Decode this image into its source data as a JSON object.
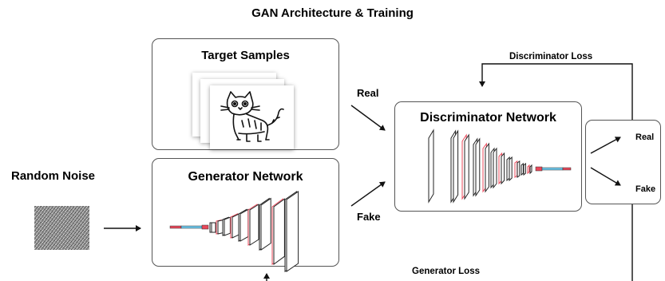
{
  "title": "GAN Architecture & Training",
  "nodes": {
    "random_noise": "Random Noise",
    "target_samples": "Target Samples",
    "generator": "Generator Network",
    "discriminator": "Discriminator Network"
  },
  "edges": {
    "real": "Real",
    "fake": "Fake",
    "discriminator_loss": "Discriminator Loss",
    "generator_loss": "Generator Loss"
  },
  "outputs": {
    "real": "Real",
    "fake": "Fake"
  },
  "colors": {
    "highlight": "#e8485a",
    "accent": "#6cc6ea",
    "border": "#555555"
  }
}
